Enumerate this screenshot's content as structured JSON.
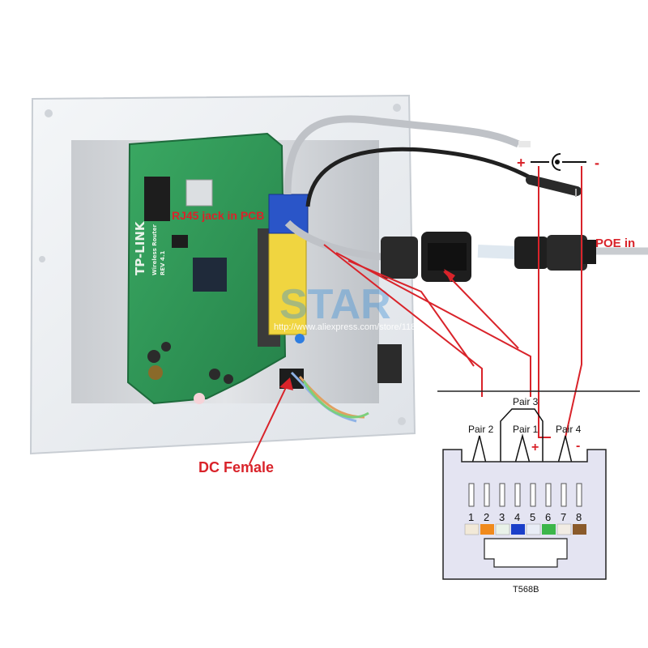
{
  "labels": {
    "rj45_jack": "RJ45 jack in PCB",
    "dc_female": "DC Female",
    "poe_in": "POE in",
    "plus_sign": "+",
    "minus_sign": "-",
    "pair3": "Pair 3",
    "pair2": "Pair 2",
    "pair1": "Pair 1",
    "pair4": "Pair 4",
    "connector_plus": "+",
    "connector_minus": "-",
    "standard": "T568B"
  },
  "board": {
    "brand": "TP-LINK",
    "model": "Wireless Router",
    "rev": "REV 4.1"
  },
  "watermark": {
    "text": "STAR",
    "url": "http://www.aliexpress.com/store/118949"
  },
  "pins": [
    "1",
    "2",
    "3",
    "4",
    "5",
    "6",
    "7",
    "8"
  ],
  "pin_colors": {
    "pin2": "#f08a1c",
    "pin4": "#1b3fc9",
    "pin6": "#3cb64a",
    "pin8": "#8a5a2b"
  },
  "colors": {
    "label_red": "#d9232a",
    "pcb_green": "#2f9a55",
    "connector_fill": "#e4e4f2"
  }
}
